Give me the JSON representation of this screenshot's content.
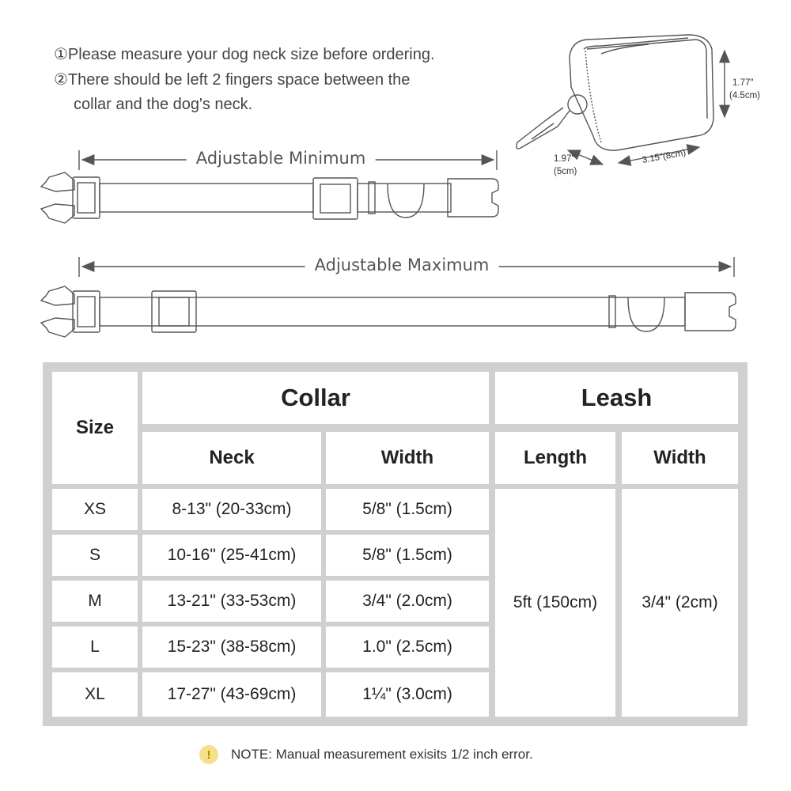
{
  "instructions": {
    "line1": "①Please measure your dog neck size before ordering.",
    "line2": "②There should be left 2 fingers space between the",
    "line3": "collar and the dog's neck."
  },
  "collar_diagram": {
    "min_label": "Adjustable Minimum",
    "max_label": "Adjustable Maximum"
  },
  "pouch": {
    "height_label": "1.77\"",
    "height_cm": "(4.5cm)",
    "depth_label": "1.97\"",
    "depth_cm": "(5cm)",
    "length_label": "3.15\"(8cm)"
  },
  "table": {
    "size_header": "Size",
    "collar_header": "Collar",
    "leash_header": "Leash",
    "neck_header": "Neck",
    "collar_width_header": "Width",
    "length_header": "Length",
    "leash_width_header": "Width",
    "rows": [
      {
        "size": "XS",
        "neck": "8-13\" (20-33cm)",
        "width": "5/8\" (1.5cm)"
      },
      {
        "size": "S",
        "neck": "10-16\" (25-41cm)",
        "width": "5/8\" (1.5cm)"
      },
      {
        "size": "M",
        "neck": "13-21\" (33-53cm)",
        "width": "3/4\" (2.0cm)"
      },
      {
        "size": "L",
        "neck": "15-23\" (38-58cm)",
        "width": "1.0\" (2.5cm)"
      },
      {
        "size": "XL",
        "neck": "17-27\" (43-69cm)",
        "width": "1¼\" (3.0cm)"
      }
    ],
    "leash_length": "5ft (150cm)",
    "leash_width": "3/4\" (2cm)"
  },
  "note": {
    "icon": "exclamation-icon",
    "text": "NOTE: Manual measurement exisits 1/2  inch error."
  }
}
